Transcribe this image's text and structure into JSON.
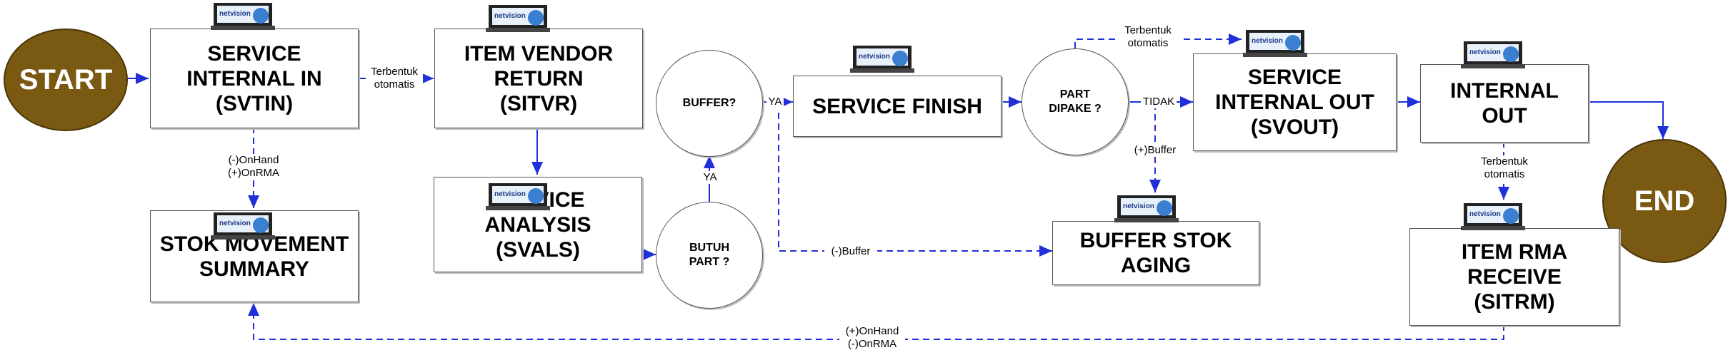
{
  "terminals": {
    "start": "START",
    "end": "END"
  },
  "boxes": {
    "svtin": "SERVICE\nINTERNAL IN\n(SVTIN)",
    "sitvr": "ITEM VENDOR\nRETURN\n(SITVR)",
    "svals": "SERVICE\nANALYSIS\n(SVALS)",
    "stok_summary": "STOK MOVEMENT\nSUMMARY",
    "service_finish": "SERVICE FINISH",
    "svout": "SERVICE\nINTERNAL OUT\n(SVOUT)",
    "internal_out": "INTERNAL\nOUT",
    "buffer_aging": "BUFFER STOK\nAGING",
    "sitrm": "ITEM RMA\nRECEIVE\n(SITRM)"
  },
  "decisions": {
    "buffer": "BUFFER?",
    "butuh_part": "BUTUH\nPART ?",
    "part_dipake": "PART\nDIPAKE ?"
  },
  "labels": {
    "auto1": "Terbentuk\notomatis",
    "auto2": "Terbentuk\notomatis",
    "auto3": "Terbentuk\notomatis",
    "onhand_onrma": "(-)OnHand\n(+)OnRMA",
    "ya1": "YA",
    "ya2": "YA",
    "tidak": "TIDAK",
    "plus_buffer": "(+)Buffer",
    "minus_buffer": "(-)Buffer",
    "bottom": "(+)OnHand\n(-)OnRMA"
  },
  "logo_text": "netvision",
  "colors": {
    "arrow": "#1f2fd9",
    "terminal": "#7a5a12"
  }
}
